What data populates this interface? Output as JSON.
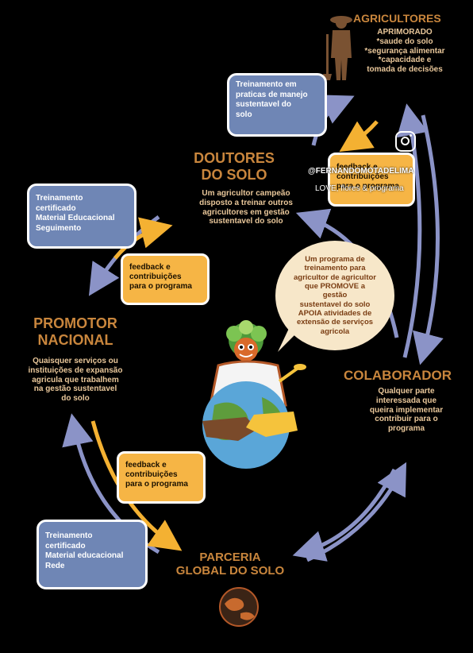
{
  "agricultores": {
    "title": "AGRICULTORES",
    "lines": [
      "APRIMORADO",
      "*saude do solo",
      "*segurança alimentar",
      "*capacidade e",
      "tomada de decisões"
    ]
  },
  "doutores": {
    "title_lines": [
      "DOUTORES",
      "DO SOLO"
    ],
    "desc_lines": [
      "Um agricultor campeão",
      "disposto a treinar outros",
      "agricultores em gestão",
      "sustentavel do solo"
    ]
  },
  "promotor": {
    "title_lines": [
      "PROMOTOR",
      "NACIONAL"
    ],
    "desc_lines": [
      "Quaisquer serviços ou",
      "instituições de expansão",
      "agricula que trabalhem",
      "na gestão sustentavel",
      "do solo"
    ]
  },
  "colaborador": {
    "title": "COLABORADOR",
    "desc_lines": [
      "Qualquer parte",
      "interessada que",
      "queira implementar",
      "contribuir para o",
      "programa"
    ]
  },
  "parceria": {
    "title_lines": [
      "PARCERIA",
      "GLOBAL DO SOLO"
    ]
  },
  "boxes": {
    "treinamento_top": [
      "Treinamento em",
      "praticas de manejo",
      "sustentavel do",
      "solo"
    ],
    "treinamento_left": [
      "Treinamento",
      "certificado",
      "Material Educacional",
      "Seguimento"
    ],
    "treinamento_bottom": [
      "Treinamento",
      "certificado",
      "Material educacional",
      "Rede"
    ]
  },
  "feedback": {
    "lines": [
      "feedback e",
      "contribuições",
      "para o programa"
    ]
  },
  "bubble": {
    "lines": [
      "Um programa de",
      "treinamento para",
      "agricultor de agricultor",
      "que PROMOVE a gestão",
      "sustentavel do solo",
      "APOIA atividades de",
      "extensão de serviços",
      "agricola"
    ]
  },
  "watermark": {
    "handle": "@FERNANDOMOTADELIMA",
    "caption": "LOVE, flores & programa"
  },
  "colors": {
    "title_orange": "#c9863d",
    "box_blue": "#6f86b5",
    "box_orange": "#f6b545",
    "arrow_lavender": "#8b93c7",
    "arrow_orange": "#f4b132"
  }
}
